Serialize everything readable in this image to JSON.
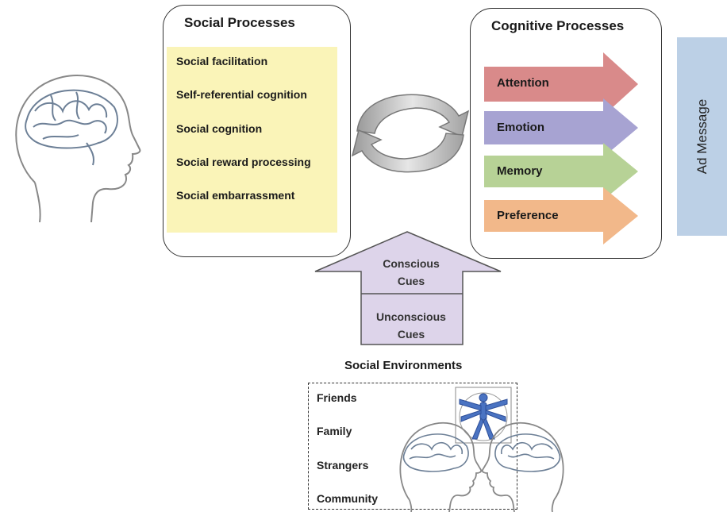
{
  "social_processes": {
    "title": "Social Processes",
    "items": [
      "Social facilitation",
      "Self-referential cognition",
      "Social cognition",
      "Social reward processing",
      "Social embarrassment"
    ]
  },
  "cognitive_processes": {
    "title": "Cognitive Processes",
    "arrows": [
      {
        "label": "Attention",
        "color": "#d98a8a"
      },
      {
        "label": "Emotion",
        "color": "#a7a3d2"
      },
      {
        "label": "Memory",
        "color": "#b7d296"
      },
      {
        "label": "Preference",
        "color": "#f2b88a"
      }
    ]
  },
  "ad_message": {
    "label": "Ad Message",
    "color": "#bcd0e6"
  },
  "cues": {
    "conscious": "Conscious\nCues",
    "unconscious": "Unconscious\nCues",
    "color": "#ddd4ea"
  },
  "social_environments": {
    "title": "Social Environments",
    "items": [
      "Friends",
      "Family",
      "Strangers",
      "Community"
    ]
  },
  "icons": {
    "head": "brain-head-icon",
    "cycle": "cycle-arrows-icon",
    "figure": "vitruvian-figure-icon"
  }
}
